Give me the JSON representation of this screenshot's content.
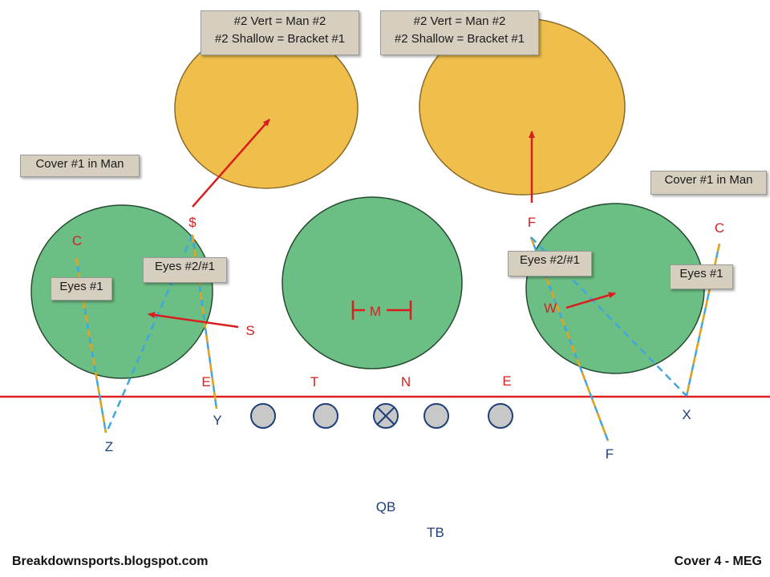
{
  "colors": {
    "deep_zone": "#f0be4b",
    "under_zone": "#6cbf84",
    "los": "#e02020",
    "defender": "#d81e1e",
    "offense": "#1e3f7a",
    "route_orange": "#e8a317",
    "route_blue": "#3fa7dc",
    "lineman": "#c8c8c8"
  },
  "notes": {
    "left_deep_line1": "#2 Vert = Man #2",
    "left_deep_line2": "#2 Shallow = Bracket #1",
    "right_deep_line1": "#2 Vert = Man #2",
    "right_deep_line2": "#2 Shallow = Bracket #1",
    "left_cover": "Cover #1 in Man",
    "right_cover": "Cover #1 in Man",
    "left_eyes1": "Eyes #1",
    "left_eyes21": "Eyes #2/#1",
    "right_eyes21": "Eyes #2/#1",
    "right_eyes1": "Eyes #1"
  },
  "defense": {
    "left_corner": "C",
    "strong_safety": "$",
    "sam": "S",
    "mike": "M",
    "free_safety": "F",
    "will": "W",
    "right_corner": "C",
    "left_end": "E",
    "tackle": "T",
    "nose": "N",
    "right_end": "E"
  },
  "offense": {
    "split_end": "Z",
    "tight_end": "Y",
    "flanker": "F",
    "wide_receiver": "X",
    "quarterback": "QB",
    "tailback": "TB"
  },
  "footer": {
    "source": "Breakdownsports.blogspot.com",
    "title": "Cover 4 - MEG"
  }
}
